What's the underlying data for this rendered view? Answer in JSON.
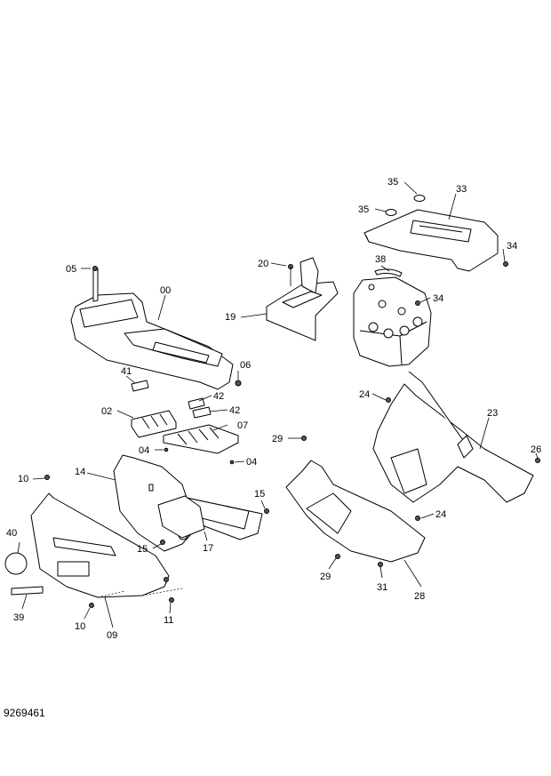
{
  "drawing_number": "9269461",
  "callouts": {
    "c35a": "35",
    "c33": "33",
    "c35b": "35",
    "c34a": "34",
    "c05": "05",
    "c00": "00",
    "c20": "20",
    "c38": "38",
    "c19": "19",
    "c34b": "34",
    "c41": "41",
    "c06": "06",
    "c42a": "42",
    "c24a": "24",
    "c02": "02",
    "c42b": "42",
    "c23": "23",
    "c07": "07",
    "c29a": "29",
    "c04a": "04",
    "c04b": "04",
    "c26": "26",
    "c14": "14",
    "c10a": "10",
    "c15a": "15",
    "c24b": "24",
    "c40": "40",
    "c15b": "15",
    "c17": "17",
    "c29b": "29",
    "c31": "31",
    "c28": "28",
    "c39": "39",
    "c11": "11",
    "c10b": "10",
    "c09": "09"
  }
}
